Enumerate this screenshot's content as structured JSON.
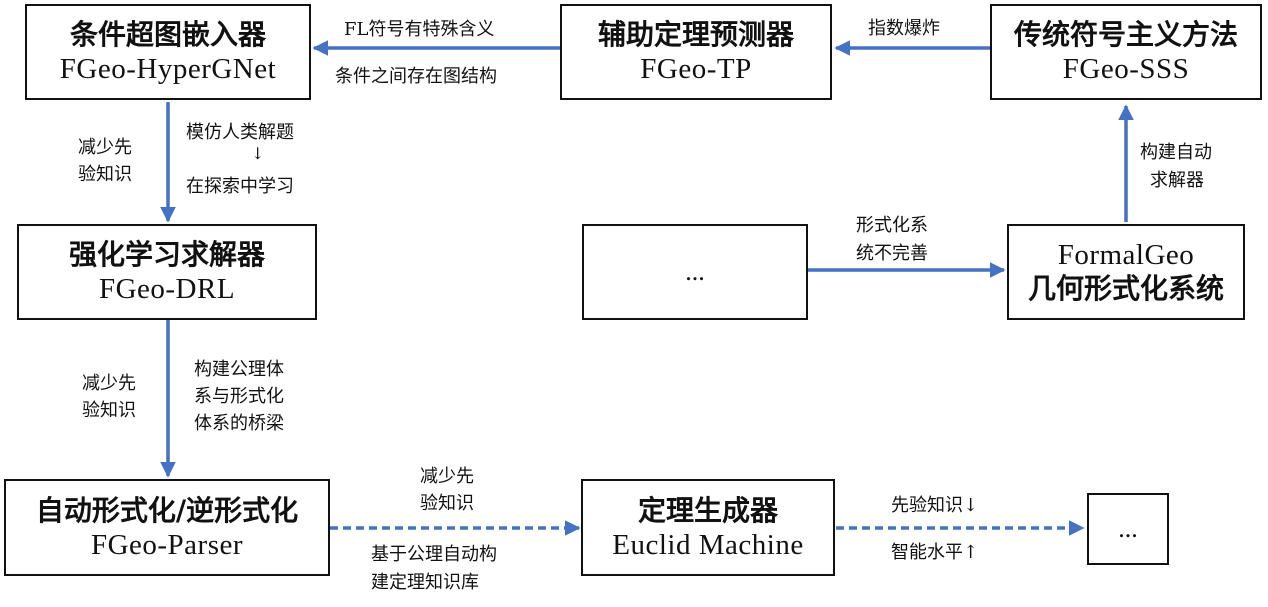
{
  "colors": {
    "arrow": "#4472C4",
    "border": "#111111"
  },
  "nodes": {
    "hypergnet": {
      "title": "条件超图嵌入器",
      "subtitle": "FGeo-HyperGNet"
    },
    "tp": {
      "title": "辅助定理预测器",
      "subtitle": "FGeo-TP"
    },
    "sss": {
      "title": "传统符号主义方法",
      "subtitle": "FGeo-SSS"
    },
    "drl": {
      "title": "强化学习求解器",
      "subtitle": "FGeo-DRL"
    },
    "formalgeo": {
      "title": "FormalGeo",
      "subtitle": "几何形式化系统"
    },
    "ellipsis_mid": {
      "text": "..."
    },
    "parser": {
      "title": "自动形式化/逆形式化",
      "subtitle": "FGeo-Parser"
    },
    "euclid": {
      "title": "定理生成器",
      "subtitle": "Euclid Machine"
    },
    "ellipsis_end": {
      "text": "..."
    }
  },
  "labels": {
    "tp_to_hyper_top": "FL符号有特殊含义",
    "tp_to_hyper_bottom": "条件之间存在图结构",
    "sss_to_tp": "指数爆炸",
    "formal_to_sss_1": "构建自动",
    "formal_to_sss_2": "求解器",
    "mid_to_formal_1": "形式化系",
    "mid_to_formal_2": "统不完善",
    "hyper_to_drl_left_1": "减少先",
    "hyper_to_drl_left_2": "验知识",
    "hyper_to_drl_right_1": "模仿人类解题",
    "hyper_to_drl_right_arrow": "↓",
    "hyper_to_drl_right_2": "在探索中学习",
    "drl_to_parser_left_1": "减少先",
    "drl_to_parser_left_2": "验知识",
    "drl_to_parser_right_1": "构建公理体",
    "drl_to_parser_right_2": "系与形式化",
    "drl_to_parser_right_3": "体系的桥梁",
    "parser_to_euclid_top_1": "减少先",
    "parser_to_euclid_top_2": "验知识",
    "parser_to_euclid_bottom_1": "基于公理自动构",
    "parser_to_euclid_bottom_2": "建定理知识库",
    "euclid_to_end_top": "先验知识↓",
    "euclid_to_end_bottom": "智能水平↑"
  }
}
